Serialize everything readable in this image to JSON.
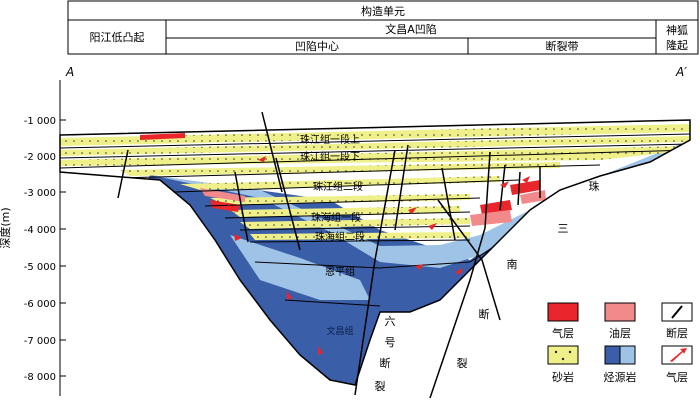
{
  "header": {
    "title": "构造单元",
    "left_unit": "阳江低凸起",
    "middle_unit": "文昌A凹陷",
    "right_unit_line1": "神狐",
    "right_unit_line2": "隆起",
    "sub_left": "凹陷中心",
    "sub_right": "断裂带"
  },
  "section": {
    "start_label": "A",
    "end_label": "A′"
  },
  "axis": {
    "label": "深度(m)",
    "ticks": [
      "-1 000",
      "-2 000",
      "-3 000",
      "-4 000",
      "-5 000",
      "-6 000",
      "-7 000",
      "-8 000"
    ]
  },
  "formations": {
    "zj1_upper": "珠江组一段上",
    "zj1_lower": "珠江组一段下",
    "zj2": "珠江组二段",
    "zh1": "珠海组一段",
    "zh2": "珠海组二段",
    "ep": "恩平组",
    "wc": "文昌组"
  },
  "faults": {
    "liuhao": [
      "六",
      "号",
      "断",
      "裂"
    ],
    "zhusan": [
      "珠",
      "三",
      "南",
      "断",
      "裂"
    ]
  },
  "legend": {
    "gas_layer": "气层",
    "oil_layer": "油层",
    "fault": "断层",
    "sandstone": "砂岩",
    "source_rock": "烃源岩",
    "gas_migration": "气层"
  },
  "colors": {
    "gas": "#e8262c",
    "oil": "#f28a8c",
    "sand": "#f0f08a",
    "source_dark": "#3a5ea8",
    "source_light": "#9fc3e6",
    "arrow": "#e8262c"
  }
}
